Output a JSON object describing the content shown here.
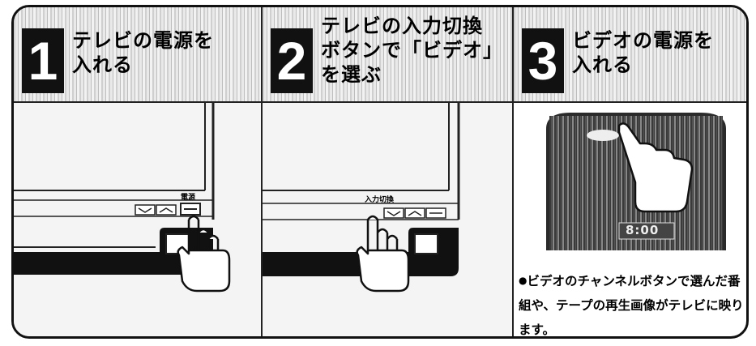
{
  "steps": [
    {
      "number": "1",
      "title": "テレビの電源を\n入れる",
      "button_label": "電源"
    },
    {
      "number": "2",
      "title": "テレビの入力切換\nボタンで「ビデオ」\nを選ぶ",
      "button_label": "入力切換"
    },
    {
      "number": "3",
      "title": "ビデオの電源を\n入れる",
      "display_text": "8:00",
      "note": "ビデオのチャンネルボタンで選んだ番組や、テープの再生画像がテレビに映ります。"
    }
  ]
}
